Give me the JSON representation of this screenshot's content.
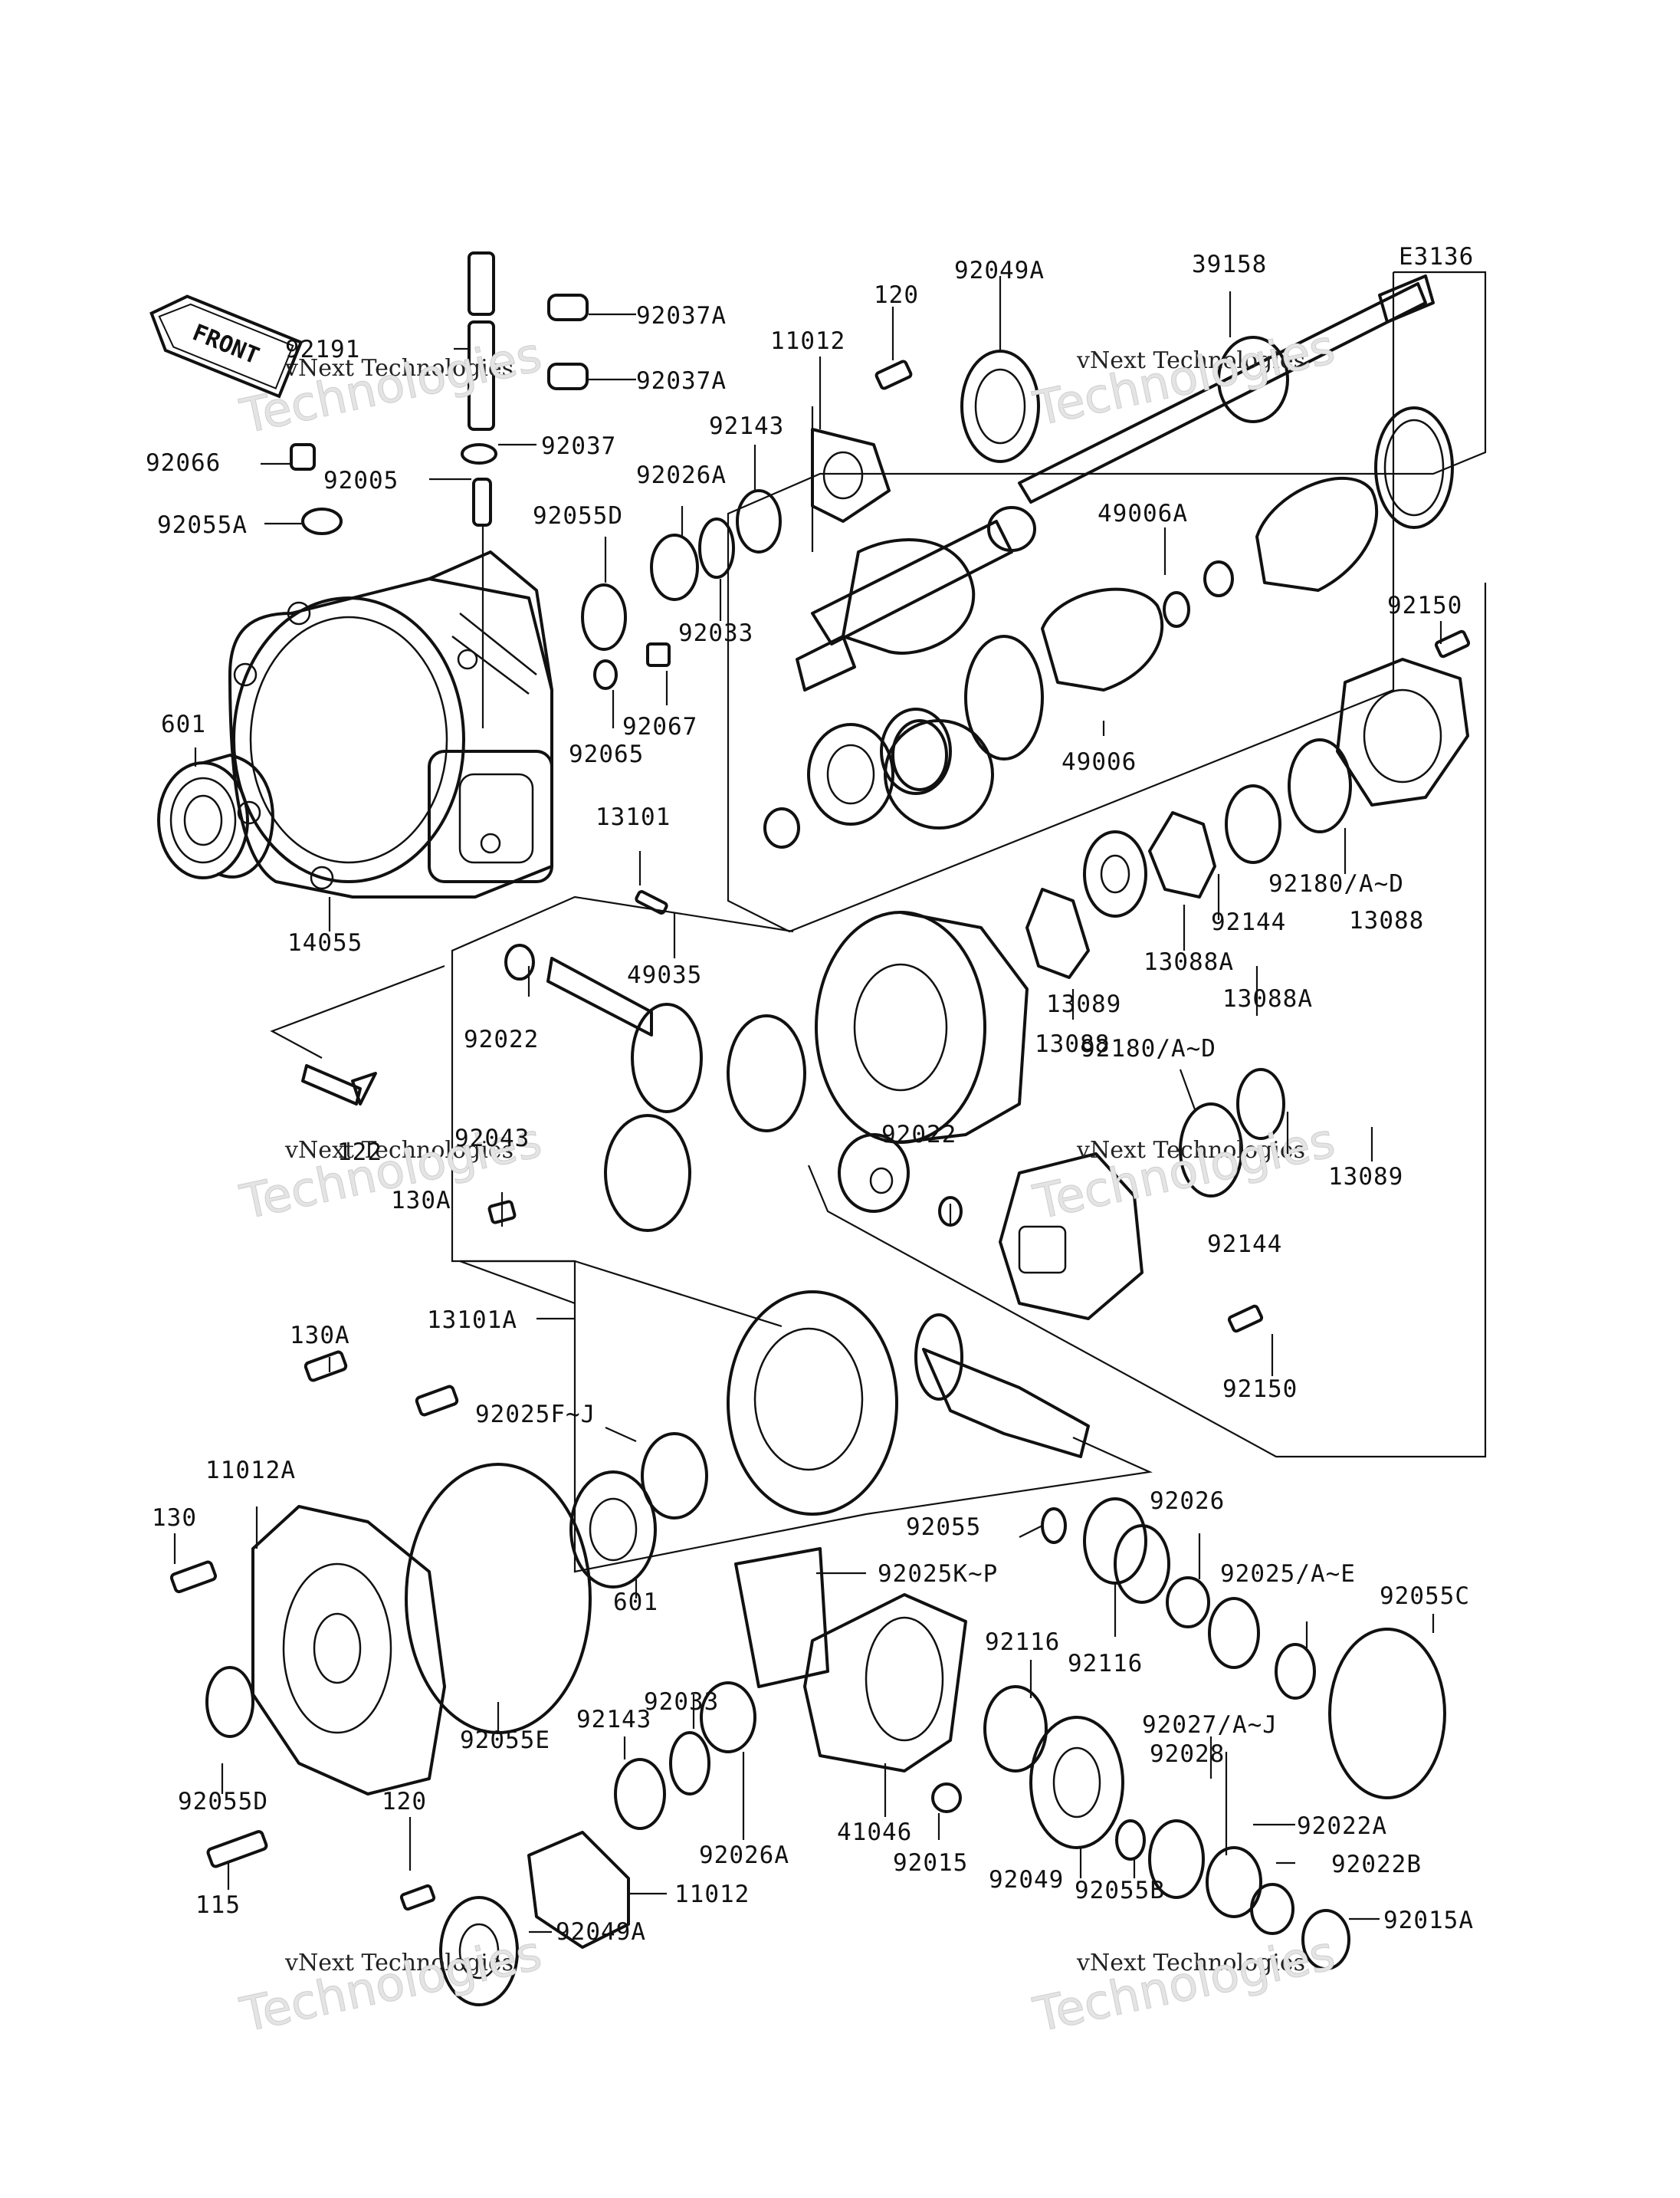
{
  "diagram_code": "E3136",
  "direction_arrow": {
    "label": "FRONT",
    "icon": "front-arrow-icon"
  },
  "watermarks": [
    {
      "line1": "vNext Technologies",
      "line2": "Technologies"
    },
    {
      "line1": "vNext Technologies",
      "line2": "Technologies"
    },
    {
      "line1": "vNext Technologies",
      "line2": "Technologies"
    },
    {
      "line1": "vNext Technologies",
      "line2": "Technologies"
    },
    {
      "line1": "vNext Technologies",
      "line2": "Technologies"
    },
    {
      "line1": "vNext Technologies",
      "line2": "Technologies"
    }
  ],
  "part_labels": [
    "92191",
    "92037A",
    "92037A",
    "92037",
    "92066",
    "92005",
    "92055A",
    "92055D",
    "92026A",
    "92033",
    "92143",
    "11012",
    "120",
    "92049A",
    "39158",
    "49006A",
    "92150",
    "92067",
    "92065",
    "601",
    "14055",
    "49006",
    "13101",
    "49035",
    "92022",
    "92180/A~D",
    "92144",
    "13088",
    "13088A",
    "13089",
    "13088",
    "13088A",
    "92180/A~D",
    "92043",
    "122",
    "130A",
    "92022",
    "92144",
    "13089",
    "13101A",
    "92150",
    "130A",
    "92025F~J",
    "11012A",
    "130",
    "601",
    "92055",
    "92026",
    "92025K~P",
    "92116",
    "92116",
    "92025/A~E",
    "92055C",
    "92055E",
    "92033",
    "92143",
    "92026A",
    "41046",
    "92027/A~J",
    "92028",
    "92055D",
    "120",
    "115",
    "11012",
    "92049A",
    "92015",
    "92049",
    "92055B",
    "92022A",
    "92022B",
    "92015A"
  ]
}
